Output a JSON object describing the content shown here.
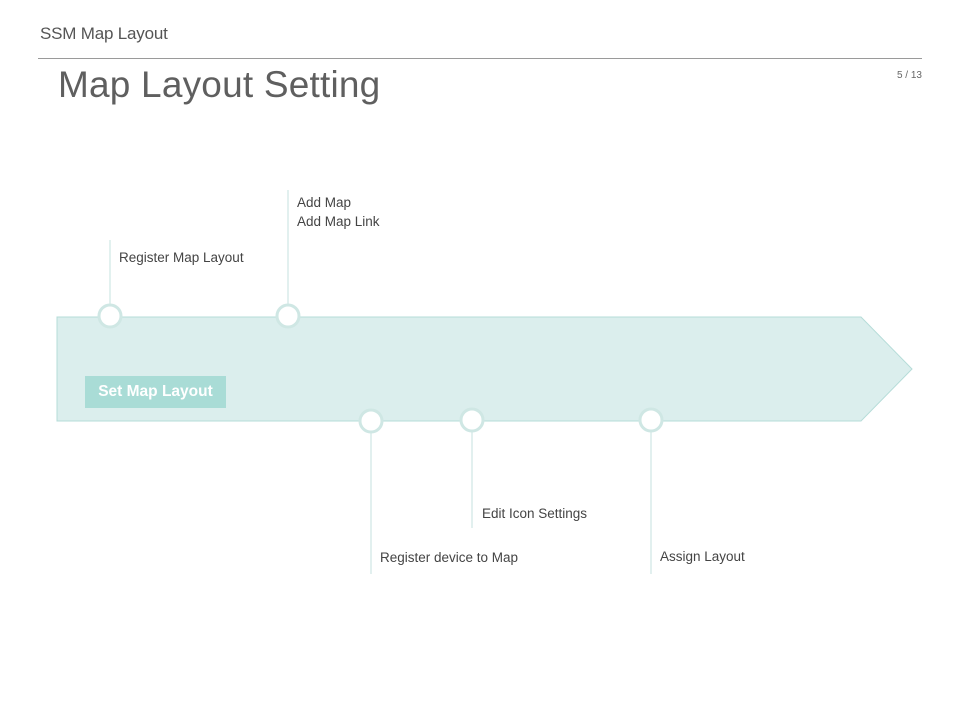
{
  "header": {
    "title": "SSM Map Layout"
  },
  "slide": {
    "title": "Map Layout Setting",
    "page": "5 / 13"
  },
  "diagram": {
    "main_label": "Set Map Layout",
    "colors": {
      "arrow_fill": "#dbeeed",
      "arrow_border": "#b5dcd8",
      "accent": "#a9dcd6",
      "line": "#cfe7e4"
    },
    "steps_above": [
      {
        "label": "Register Map Layout"
      },
      {
        "line1": "Add Map",
        "line2": "Add Map Link"
      }
    ],
    "steps_below": [
      {
        "label": "Register device to Map"
      },
      {
        "label": "Edit Icon Settings"
      },
      {
        "label": "Assign Layout"
      }
    ]
  }
}
